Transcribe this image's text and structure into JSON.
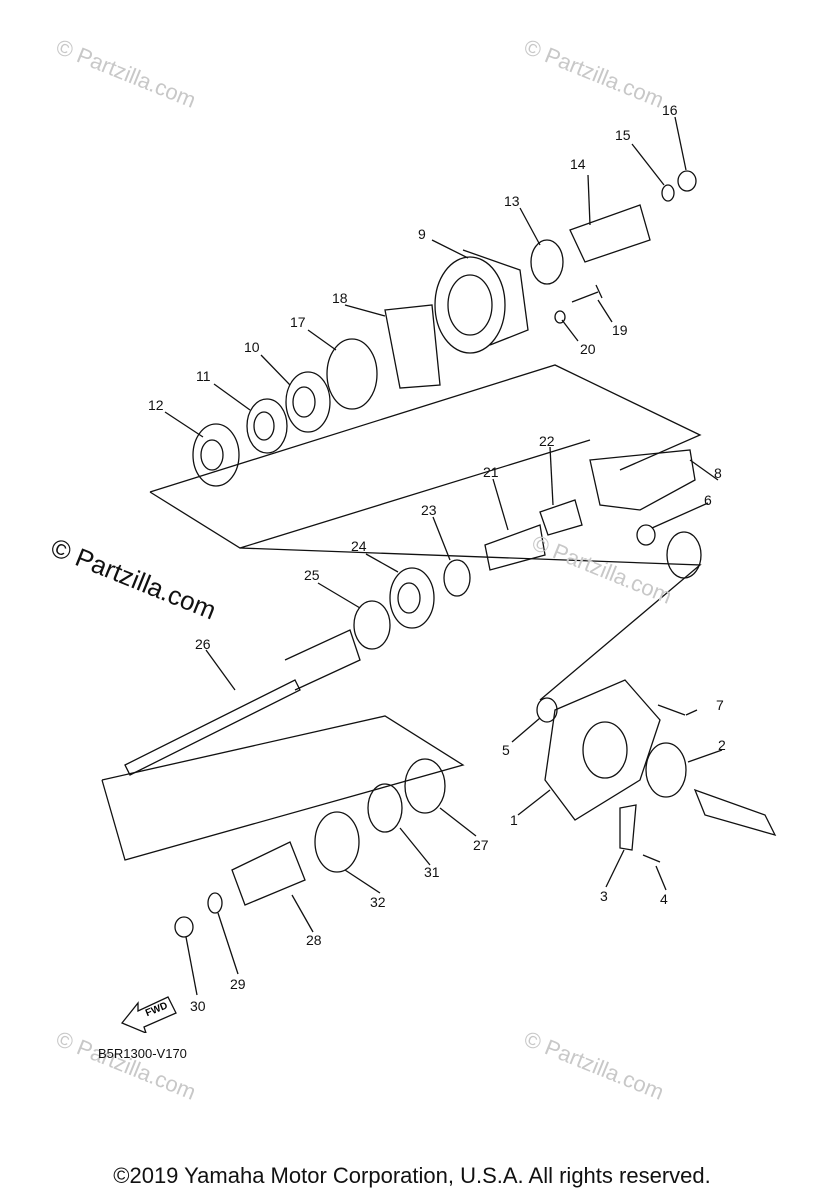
{
  "watermarks": {
    "corner": "© Partzilla.com",
    "center": "© Partzilla.com"
  },
  "callouts": [
    "1",
    "2",
    "3",
    "4",
    "5",
    "6",
    "7",
    "8",
    "9",
    "10",
    "11",
    "12",
    "13",
    "14",
    "15",
    "16",
    "17",
    "18",
    "19",
    "20",
    "21",
    "22",
    "23",
    "24",
    "25",
    "26",
    "27",
    "28",
    "29",
    "30",
    "31",
    "32"
  ],
  "fwd_label": "FWD",
  "diagram_code": "B5R1300-V170",
  "copyright": "©2019  Yamaha Motor Corporation, U.S.A. All rights reserved."
}
